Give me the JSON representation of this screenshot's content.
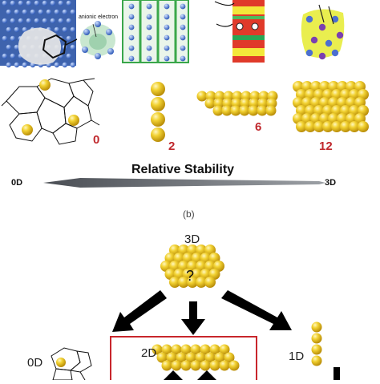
{
  "top_strip": {
    "panel_2_annotation": "anionic electron"
  },
  "upper_panel": {
    "cluster_sizes": [
      "0",
      "2",
      "6",
      "12"
    ],
    "axis_left_label": "0D",
    "axis_right_label": "3D",
    "axis_title": "Relative Stability"
  },
  "lower_panel": {
    "panel_label": "(b)",
    "top_label": "3D",
    "question_mark": "?",
    "label_2d": "2D",
    "label_1d": "1D",
    "label_0d": "0D"
  },
  "colors": {
    "atom_gold": "#e8c31c",
    "number_red": "#c0282d",
    "frame_red": "#c8262c",
    "arrow_gray": "#55595e"
  }
}
